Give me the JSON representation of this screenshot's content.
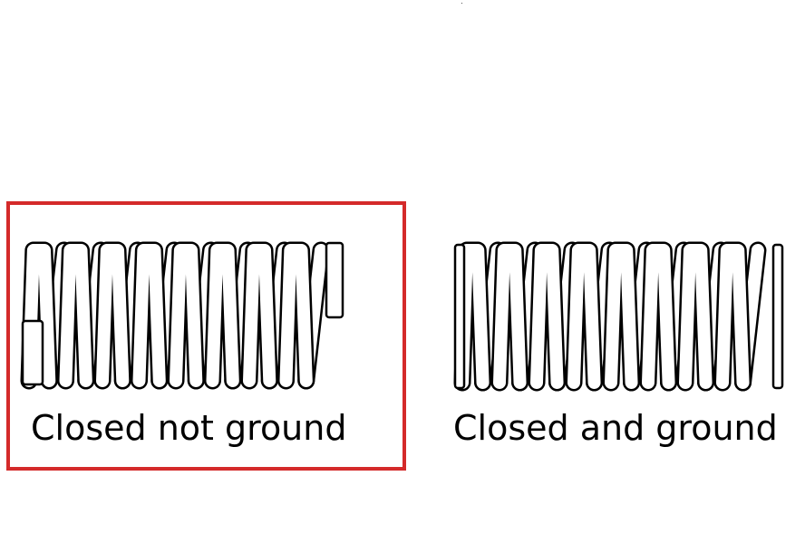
{
  "highlight_color": "#d42a2a",
  "spring_stroke_color": "#000000",
  "panels": [
    {
      "id": "closed-not-ground",
      "caption": "Closed not ground",
      "selected": true
    },
    {
      "id": "closed-and-ground",
      "caption": "Closed and ground",
      "selected": false
    }
  ]
}
